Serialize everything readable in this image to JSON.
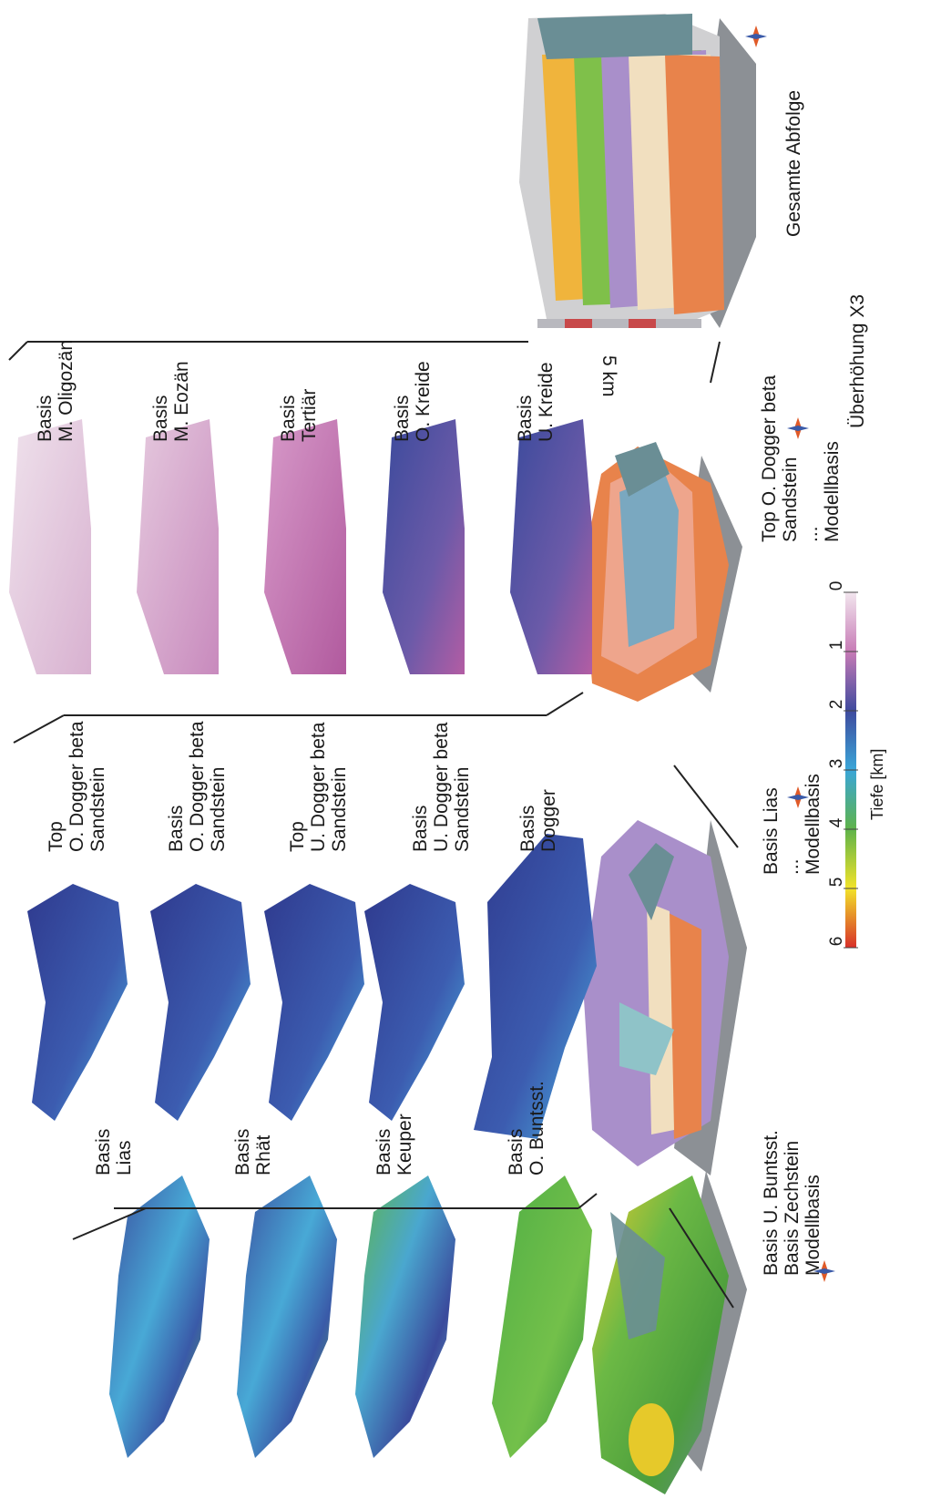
{
  "panels": {
    "panel_1": {
      "layers": [
        {
          "line1": "Basis",
          "line2": "Lias"
        },
        {
          "line1": "Basis",
          "line2": "Rhät"
        },
        {
          "line1": "Basis",
          "line2": "Keuper"
        },
        {
          "line1": "Basis",
          "line2": "O. Buntsst."
        }
      ],
      "bottom_lines": [
        "Basis U. Buntsst.",
        "Basis Zechstein",
        "Modellbasis"
      ]
    },
    "panel_2": {
      "layers": [
        {
          "line1": "Top",
          "line2": "O. Dogger beta",
          "line3": "Sandstein"
        },
        {
          "line1": "Basis",
          "line2": "O. Dogger beta",
          "line3": "Sandstein"
        },
        {
          "line1": "Top",
          "line2": "U. Dogger beta",
          "line3": "Sandstein"
        },
        {
          "line1": "Basis",
          "line2": "U. Dogger beta",
          "line3": "Sandstein"
        },
        {
          "line1": "Basis",
          "line2": "Dogger"
        }
      ],
      "bottom_lines": [
        "Basis Lias",
        "...",
        "Modellbasis"
      ]
    },
    "panel_3": {
      "layers": [
        {
          "line1": "Basis",
          "line2": "M. Oligozän"
        },
        {
          "line1": "Basis",
          "line2": "M. Eozän"
        },
        {
          "line1": "Basis",
          "line2": "Tertiär"
        },
        {
          "line1": "Basis",
          "line2": "O. Kreide"
        },
        {
          "line1": "Basis",
          "line2": "U. Kreide"
        }
      ],
      "bottom_lines": [
        "Top O. Dogger beta",
        "Sandstein",
        "...",
        "Modellbasis"
      ]
    },
    "panel_4": {
      "scale_bar_label": "5 km",
      "caption": "Gesamte Abfolge"
    }
  },
  "legend": {
    "title": "Tiefe [km]",
    "ticks": [
      "0",
      "1",
      "2",
      "3",
      "4",
      "5",
      "6"
    ],
    "colors": [
      "#f2e6ee",
      "#c77bb6",
      "#3f4a9e",
      "#3aa6d8",
      "#5fb34a",
      "#f2e32a",
      "#d8302a"
    ]
  },
  "exaggeration": "Überhöhung X3",
  "colors": {
    "deep_blue": "#3a4a9c",
    "light_blue": "#48a9d6",
    "green": "#5fb545",
    "pink": "#c97ab9",
    "pale_pink": "#e4c6dd",
    "grey_fault": "#6a8e95",
    "orange_layer": "#e8834b",
    "salmon_layer": "#eea58c",
    "cream_layer": "#f1dfbf",
    "lilac_layer": "#a98fca",
    "base_grey": "#8c9095"
  },
  "icons": [
    "north-arrow-icon"
  ]
}
